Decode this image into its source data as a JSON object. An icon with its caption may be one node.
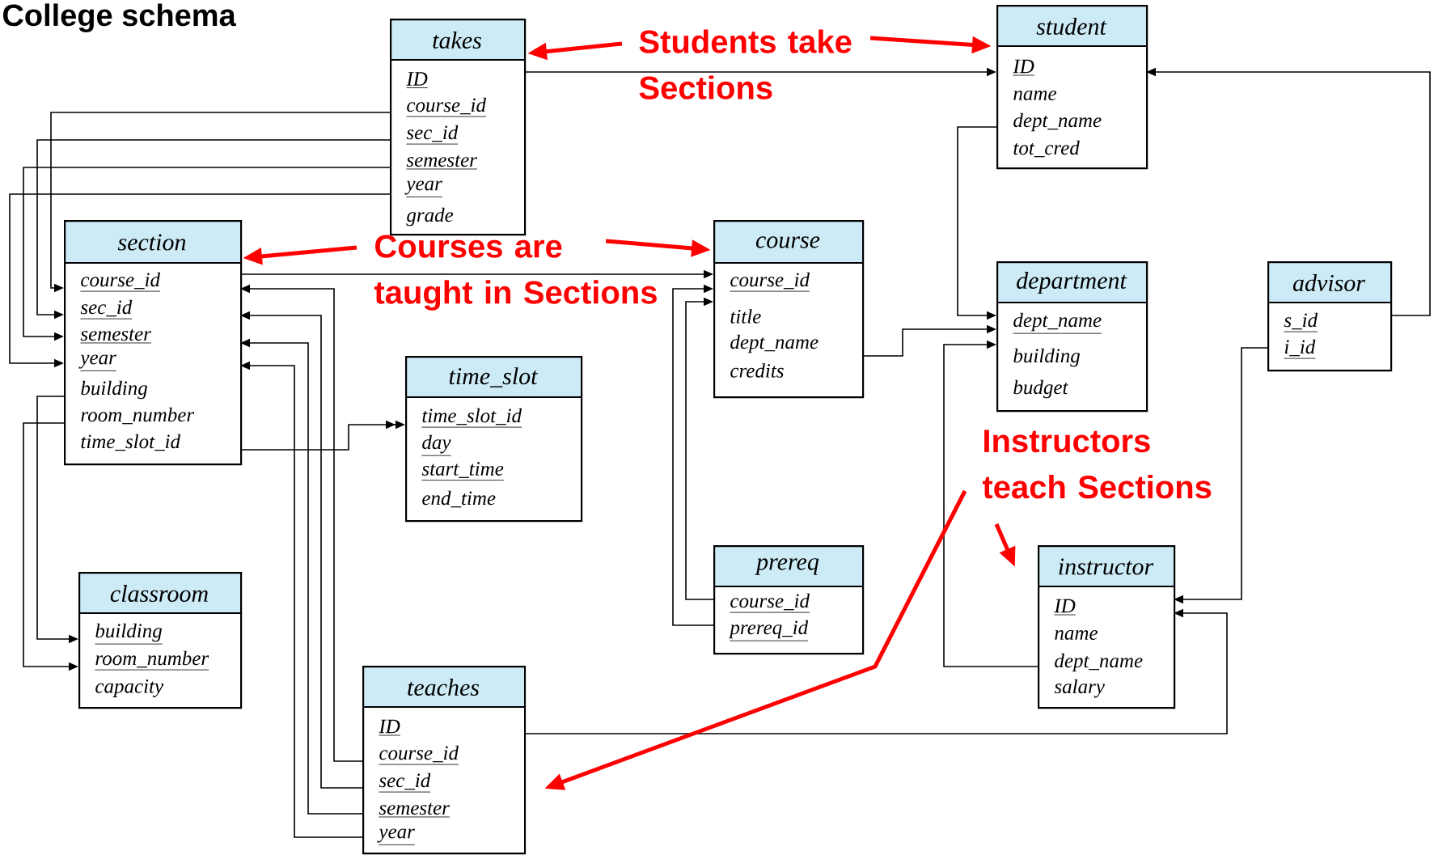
{
  "diagram": {
    "title": "College schema",
    "nodes": [
      {
        "text": [
          "takes",
          "ID",
          "course_id",
          "sec_id",
          "semester",
          "year",
          "grade"
        ]
      },
      {
        "text": [
          "student",
          "ID",
          "name",
          "dept_name",
          "tot_cred"
        ]
      },
      {
        "text": [
          "section",
          "course_id",
          "sec_id",
          "semester",
          "year",
          "building",
          "room_number",
          "time_slot_id"
        ]
      },
      {
        "text": [
          "course",
          "course_id",
          "title",
          "dept_name",
          "credits"
        ]
      },
      {
        "text": [
          "department",
          "dept_name",
          "building",
          "budget"
        ]
      },
      {
        "text": [
          "advisor",
          "s_id",
          "i_id"
        ]
      },
      {
        "text": [
          "time_slot",
          "time_slot_id",
          "day",
          "start_time",
          "end_time"
        ]
      },
      {
        "text": [
          "prereq",
          "course_id",
          "prereq_id"
        ]
      },
      {
        "text": [
          "instructor",
          "ID",
          "name",
          "dept_name",
          "salary"
        ]
      },
      {
        "text": [
          "classroom",
          "building",
          "room_number",
          "capacity"
        ]
      },
      {
        "text": [
          "teaches",
          "ID",
          "course_id",
          "sec_id",
          "semester",
          "year"
        ]
      },
      {
        "text": [
          "Students take Sections"
        ]
      },
      {
        "text": [
          "Courses are taught in Sections"
        ]
      },
      {
        "text": [
          "Instructors teach Sections"
        ]
      }
    ],
    "edges": [
      {
        "from": 0,
        "to": 1,
        "arrow": "to"
      },
      {
        "from": 0,
        "to": 2,
        "arrow": "to"
      },
      {
        "from": 0,
        "to": 2,
        "arrow": "to"
      },
      {
        "from": 0,
        "to": 2,
        "arrow": "to"
      },
      {
        "from": 0,
        "to": 2,
        "arrow": "to"
      },
      {
        "from": 2,
        "to": 3,
        "arrow": "to"
      },
      {
        "from": 7,
        "to": 3,
        "arrow": "to"
      },
      {
        "from": 7,
        "to": 3,
        "arrow": "to"
      },
      {
        "from": 3,
        "to": 4,
        "arrow": "to"
      },
      {
        "from": 1,
        "to": 4,
        "arrow": "to"
      },
      {
        "from": 8,
        "to": 4,
        "arrow": "to"
      },
      {
        "from": 5,
        "to": 1,
        "arrow": "to"
      },
      {
        "from": 5,
        "to": 8,
        "arrow": "to"
      },
      {
        "from": 10,
        "to": 8,
        "arrow": "to"
      },
      {
        "from": 10,
        "to": 2,
        "arrow": "to"
      },
      {
        "from": 10,
        "to": 2,
        "arrow": "to"
      },
      {
        "from": 10,
        "to": 2,
        "arrow": "to"
      },
      {
        "from": 10,
        "to": 2,
        "arrow": "to"
      },
      {
        "from": 2,
        "to": 6,
        "arrow": "to"
      },
      {
        "from": 2,
        "to": 9,
        "arrow": "to"
      },
      {
        "from": 2,
        "to": 9,
        "arrow": "to"
      },
      {
        "from": 11,
        "to": 0,
        "arrow": "to",
        "style": "thick",
        "color": "#ff0000"
      },
      {
        "from": 11,
        "to": 1,
        "arrow": "to",
        "style": "thick",
        "color": "#ff0000"
      },
      {
        "from": 12,
        "to": 2,
        "arrow": "to",
        "style": "thick",
        "color": "#ff0000"
      },
      {
        "from": 12,
        "to": 3,
        "arrow": "to",
        "style": "thick",
        "color": "#ff0000"
      },
      {
        "from": 13,
        "to": 10,
        "arrow": "to",
        "style": "thick",
        "color": "#ff0000"
      },
      {
        "from": 13,
        "to": 8,
        "arrow": "to",
        "style": "thick",
        "color": "#ff0000"
      }
    ]
  }
}
